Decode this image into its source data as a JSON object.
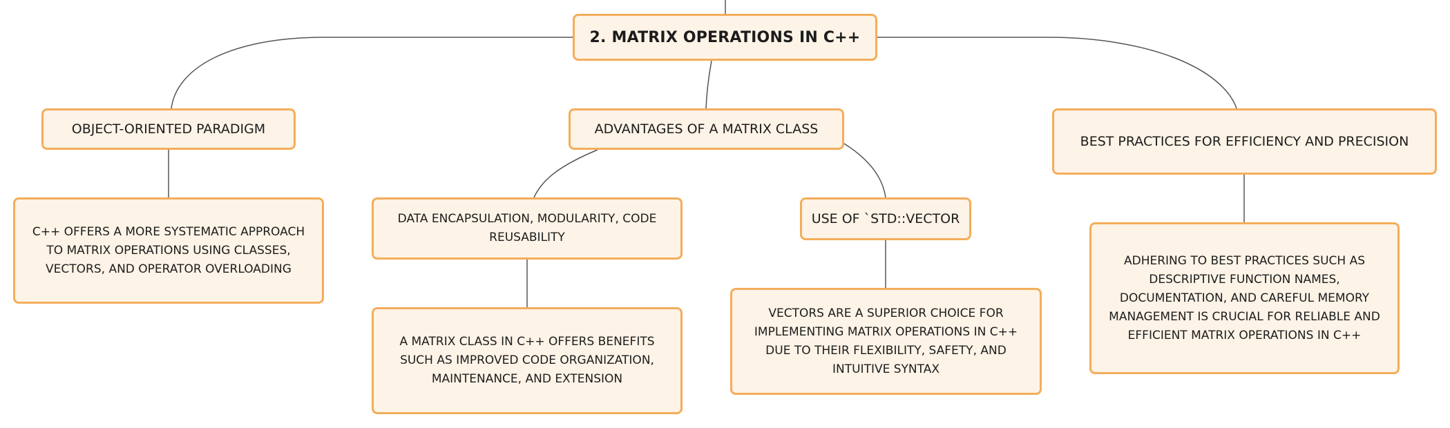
{
  "diagram": {
    "root": {
      "label": "2. MATRIX OPERATIONS IN C++"
    },
    "branches": {
      "oop": {
        "label": "OBJECT-ORIENTED PARADIGM",
        "detail": "C++ OFFERS A MORE SYSTEMATIC APPROACH TO MATRIX OPERATIONS USING CLASSES, VECTORS, AND OPERATOR OVERLOADING"
      },
      "advantages": {
        "label": "ADVANTAGES OF A MATRIX CLASS",
        "children": {
          "encapsulation": {
            "label": "DATA ENCAPSULATION, MODULARITY, CODE REUSABILITY",
            "detail": "A MATRIX CLASS IN C++ OFFERS BENEFITS SUCH AS IMPROVED CODE ORGANIZATION, MAINTENANCE, AND EXTENSION"
          },
          "vector": {
            "label": "USE OF `STD::VECTOR",
            "detail": "VECTORS ARE A SUPERIOR CHOICE FOR IMPLEMENTING MATRIX OPERATIONS IN C++ DUE TO THEIR FLEXIBILITY, SAFETY, AND INTUITIVE SYNTAX"
          }
        }
      },
      "best_practices": {
        "label": "BEST PRACTICES FOR EFFICIENCY AND PRECISION",
        "detail": "ADHERING TO BEST PRACTICES SUCH AS DESCRIPTIVE FUNCTION NAMES, DOCUMENTATION, AND CAREFUL MEMORY MANAGEMENT IS CRUCIAL FOR RELIABLE AND EFFICIENT MATRIX OPERATIONS IN C++"
      }
    },
    "colors": {
      "node_border": "#f4ad5a",
      "node_fill": "#fdf3e7",
      "connector": "#555555",
      "text": "#1c1c1c"
    }
  }
}
